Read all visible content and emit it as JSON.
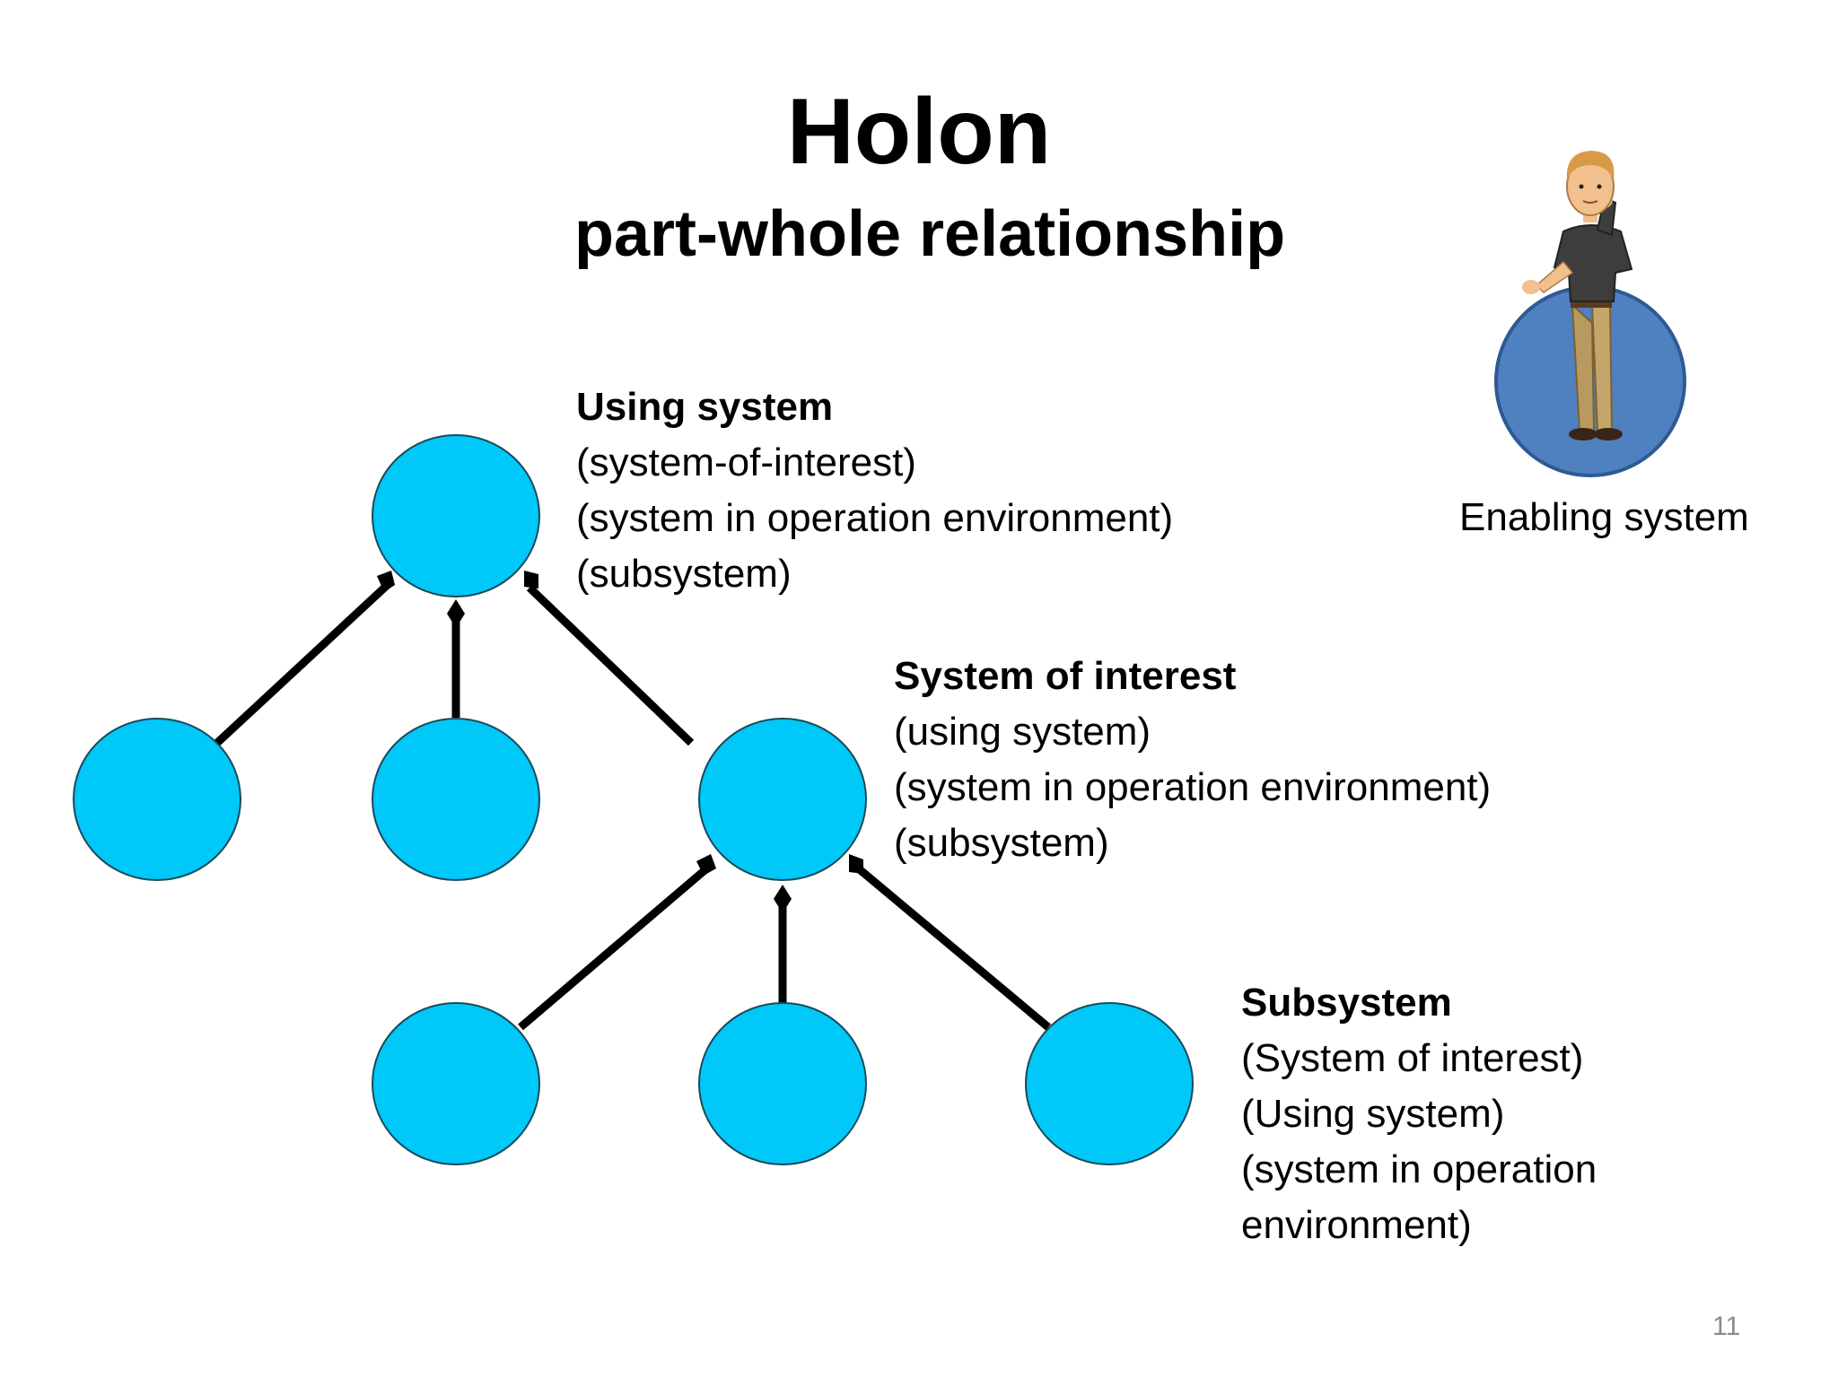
{
  "slide": {
    "title": "Holon",
    "subtitle": "part-whole relationship",
    "page_number": "11"
  },
  "labels": {
    "using_system": {
      "head": "Using system",
      "lines": [
        "(system-of-interest)",
        "(system in operation environment)",
        "(subsystem)"
      ]
    },
    "system_of_interest": {
      "head": "System of interest",
      "lines": [
        "(using system)",
        "(system in operation environment)",
        "(subsystem)"
      ]
    },
    "subsystem": {
      "head": "Subsystem",
      "lines": [
        "(System of interest)",
        "(Using system)",
        "(system in operation",
        "environment)"
      ]
    },
    "enabling_system": "Enabling system"
  },
  "colors": {
    "node_fill": "#00c8f8",
    "node_stroke": "#1a4a5a",
    "connector": "#000000",
    "enabling_circle_fill": "#4f80c0",
    "enabling_circle_stroke": "#2d5a95",
    "page_number": "#8a8a8a"
  },
  "icons": {
    "enabling_system": "thinking-man-figure"
  }
}
